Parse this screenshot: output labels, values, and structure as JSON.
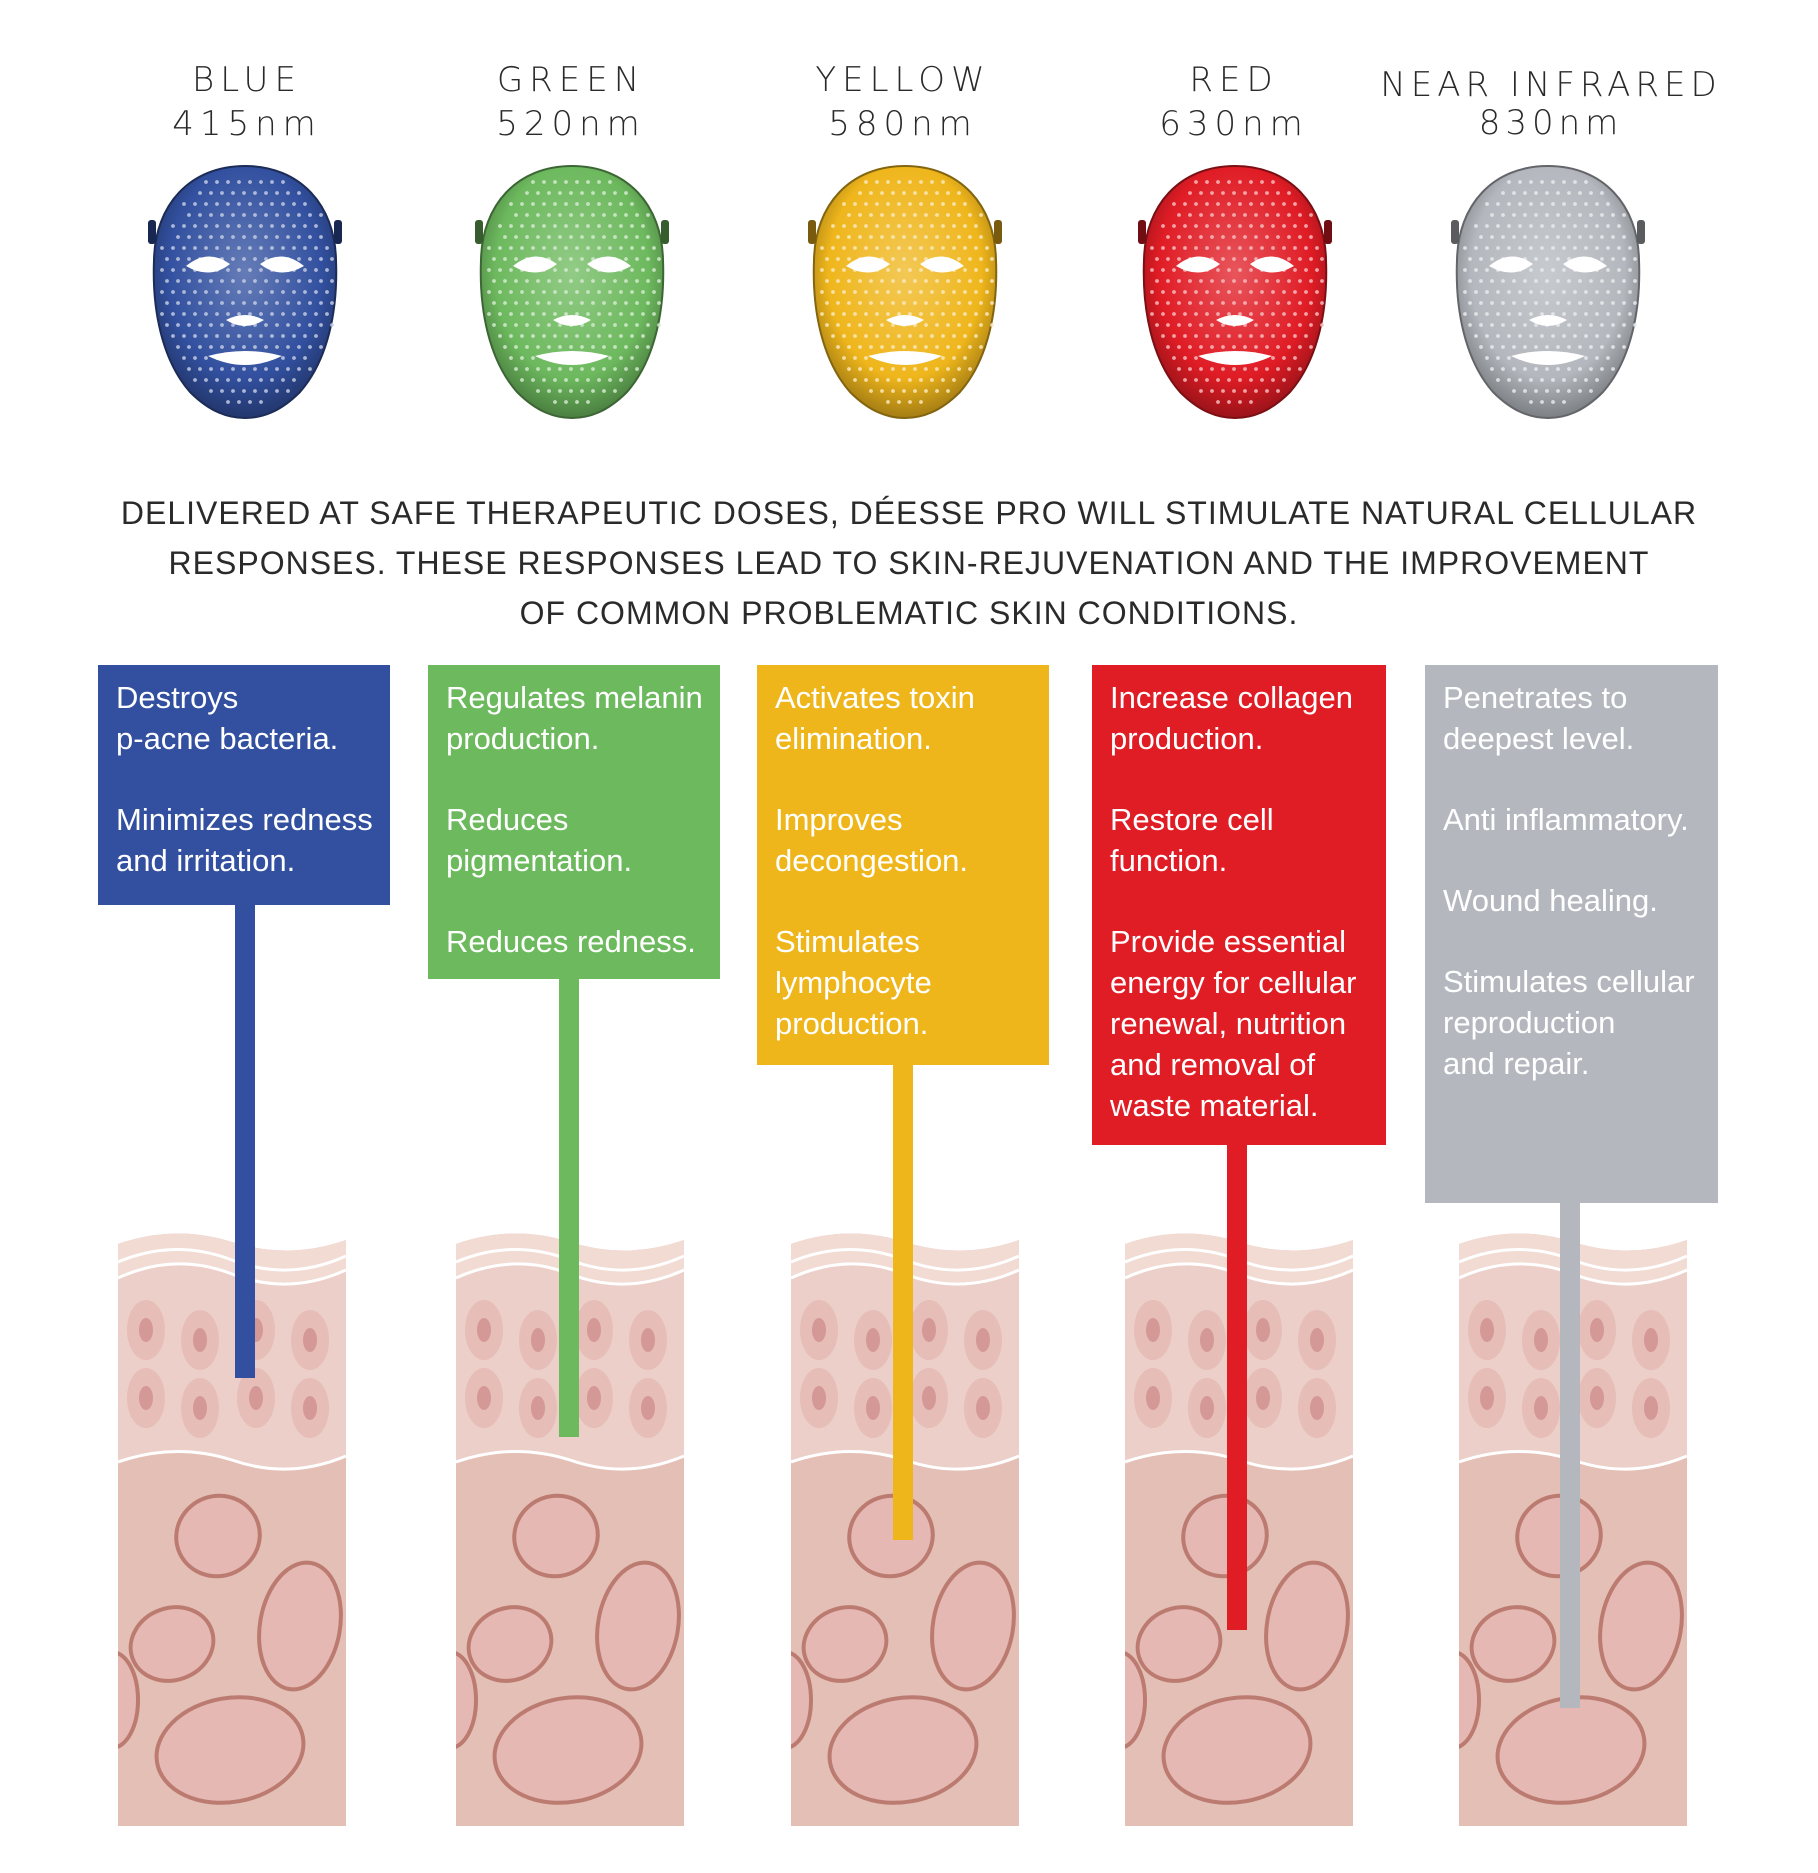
{
  "columns": [
    {
      "name": "BLUE",
      "wavelength": "415nm",
      "color": "#32509f",
      "benefits": [
        "Destroys\np-acne bacteria.",
        "Minimizes redness\nand irritation."
      ]
    },
    {
      "name": "GREEN",
      "wavelength": "520nm",
      "color": "#6db95e",
      "benefits": [
        "Regulates melanin\nproduction.",
        "Reduces\npigmentation.",
        "Reduces redness."
      ]
    },
    {
      "name": "YELLOW",
      "wavelength": "580nm",
      "color": "#efb61c",
      "benefits": [
        "Activates toxin\nelimination.",
        "Improves\ndecongestion.",
        "Stimulates\nlymphocyte\nproduction."
      ]
    },
    {
      "name": "RED",
      "wavelength": "630nm",
      "color": "#e01c25",
      "benefits": [
        "Increase collagen\nproduction.",
        "Restore cell\nfunction.",
        "Provide essential\nenergy for cellular\nrenewal, nutrition\nand removal of\nwaste material."
      ]
    },
    {
      "name": "NEAR INFRARED",
      "wavelength": "830nm",
      "color": "#b4b8be",
      "benefits": [
        "Penetrates to\ndeepest level.",
        "Anti inflammatory.",
        "Wound healing.",
        "Stimulates cellular\nreproduction\nand repair."
      ]
    }
  ],
  "intro": {
    "line1": "DELIVERED AT SAFE THERAPEUTIC DOSES, DÉESSE PRO WILL STIMULATE NATURAL CELLULAR",
    "line2": "RESPONSES. THESE RESPONSES LEAD TO SKIN-REJUVENATION AND THE IMPROVEMENT",
    "line3": "OF COMMON PROBLEMATIC SKIN CONDITIONS."
  },
  "skin_colors": {
    "epidermis": "#f1dbd3",
    "cell_layer": "#ebcfc8",
    "dermis": "#e4bfb6",
    "cell_fill": "#e5b8b3",
    "cell_core": "#cf8f8d",
    "cell_outline": "#bb7b70"
  }
}
